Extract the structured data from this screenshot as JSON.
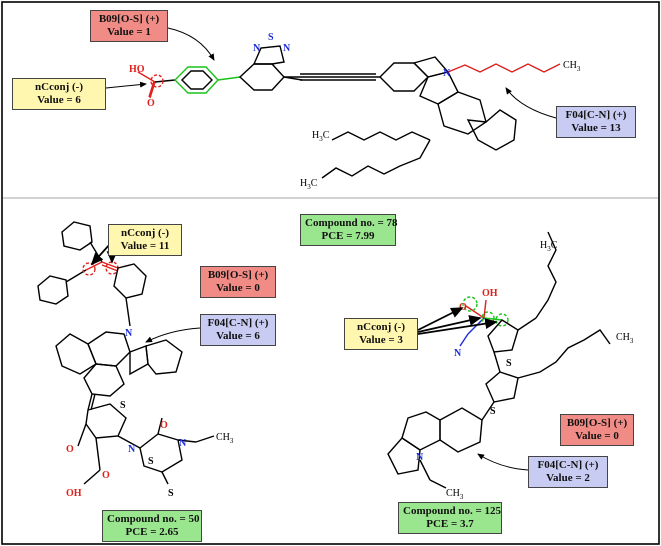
{
  "colors": {
    "descriptor_B09": "#f08c85",
    "descriptor_nCconj": "#fff7b0",
    "descriptor_F04": "#c8ccf2",
    "compound_box": "#9ae68e",
    "highlight_red": "#e0201c",
    "highlight_green": "#19c219",
    "heteroatom_blue": "#1a2bd9",
    "bond_black": "#000000"
  },
  "panels": [
    {
      "compound": "Compound no. = 78",
      "pce": "PCE = 7.99",
      "descriptors": [
        {
          "name": "B09[O-S] (+)",
          "value": "Value = 1"
        },
        {
          "name": "nCconj (-)",
          "value": "Value = 6"
        },
        {
          "name": "F04[C-N] (+)",
          "value": "Value = 13"
        }
      ],
      "atoms": {
        "ho": "HO",
        "o": "O",
        "n1": "N",
        "s": "S",
        "n2": "N",
        "n3": "N",
        "h3c": "H",
        "h3c_sub": "3",
        "h3c_c": "C",
        "h3c2": "H",
        "h3c2_sub": "3",
        "h3c2_c": "C",
        "ch3": "CH",
        "ch3_sub": "3"
      }
    },
    {
      "compound": "Compound no. = 50",
      "pce": "PCE = 2.65",
      "descriptors": [
        {
          "name": "nCconj (-)",
          "value": "Value = 11"
        },
        {
          "name": "B09[O-S] (+)",
          "value": "Value = 0"
        },
        {
          "name": "F04[C-N] (+)",
          "value": "Value = 6"
        }
      ],
      "atoms": {
        "n": "N",
        "s1": "S",
        "o1": "O",
        "n2": "N",
        "s2": "S",
        "o2": "O",
        "n3": "N",
        "s3": "S",
        "ch3": "CH",
        "ch3_sub": "3",
        "o3": "O",
        "oh": "OH"
      }
    },
    {
      "compound": "Compound no. = 125",
      "pce": "PCE = 3.7",
      "descriptors": [
        {
          "name": "nCconj (-)",
          "value": "Value = 3"
        },
        {
          "name": "B09[O-S] (+)",
          "value": "Value = 0"
        },
        {
          "name": "F04[C-N] (+)",
          "value": "Value = 2"
        }
      ],
      "atoms": {
        "oh": "OH",
        "o": "O",
        "n_cn": "N",
        "s1": "S",
        "s2": "S",
        "n": "N",
        "h3c": "H",
        "h3c_sub": "3",
        "h3c_c": "C",
        "ch3a": "CH",
        "ch3a_sub": "3",
        "ch3b": "CH",
        "ch3b_sub": "3"
      }
    }
  ]
}
